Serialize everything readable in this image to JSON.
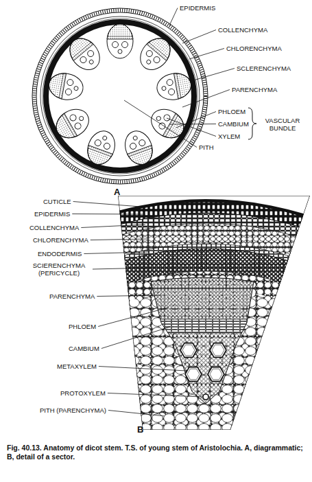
{
  "diagram": {
    "caption": "Fig. 40.13. Anatomy of dicot stem. T.S. of young stem of Aristolochia. A, diagrammatic; B, detail of a sector.",
    "labels": [
      "EPIDERMIS",
      "COLLENCHYMA",
      "CHLORENCHYMA",
      "SCLERENCHYMA",
      "PARENCHYMA",
      "PHLOEM",
      "CAMBIUM",
      "XYLEM",
      "VASCULAR BUNDLE",
      "PITH",
      "A",
      "CUTICLE",
      "EPIDERMIS",
      "COLLENCHYMA",
      "CHLORENCHYMA",
      "ENDODERMIS",
      "SCIERENCHYMA (PERICYCLE)",
      "PARENCHYMA",
      "PHLOEM",
      "CAMBIUM",
      "METAXYLEM",
      "PROTOXYLEM",
      "PITH (PARENCHYMA)",
      "B"
    ]
  }
}
